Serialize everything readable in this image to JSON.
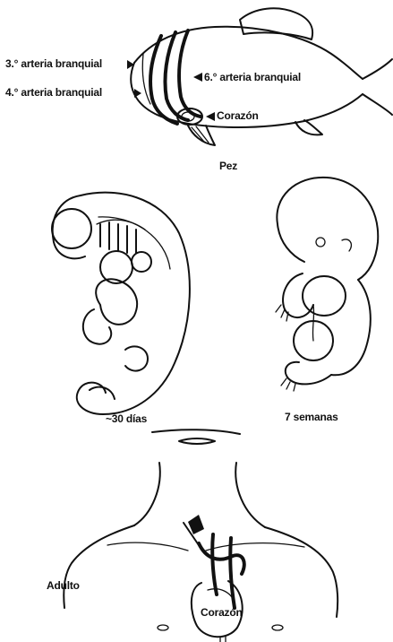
{
  "fish": {
    "label_3rd_artery": "3.° arteria branquial",
    "label_4th_artery": "4.° arteria branquial",
    "label_6th_artery": "6.° arteria branquial",
    "label_heart": "Corazón",
    "caption": "Pez"
  },
  "embryo_30_days": {
    "caption": "~30 días"
  },
  "embryo_7_weeks": {
    "caption": "7 semanas"
  },
  "adult": {
    "label": "Adulto",
    "label_heart": "Corazón"
  },
  "colors": {
    "ink": "#111111",
    "background": "#ffffff"
  }
}
